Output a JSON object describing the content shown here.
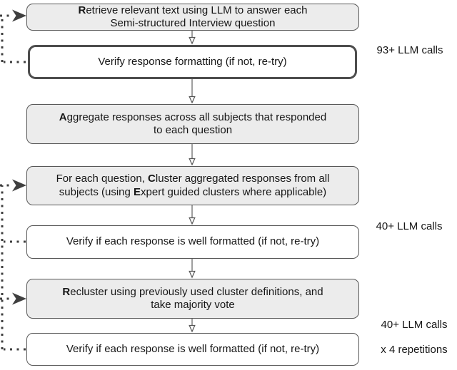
{
  "figure": {
    "type": "flowchart",
    "boxes": [
      {
        "name": "retrieve",
        "variant": "gray",
        "segments": [
          {
            "t": "R",
            "b": true
          },
          {
            "t": "etrieve relevant text using LLM to answer each\nSemi-structured Interview question"
          }
        ]
      },
      {
        "name": "verify-format",
        "variant": "white-thick",
        "segments": [
          {
            "t": "Verify response formatting (if not, re-try)"
          }
        ]
      },
      {
        "name": "aggregate",
        "variant": "gray",
        "segments": [
          {
            "t": "A",
            "b": true
          },
          {
            "t": "ggregate responses across all subjects that responded\nto each question"
          }
        ]
      },
      {
        "name": "cluster",
        "variant": "gray",
        "segments": [
          {
            "t": "For each question, "
          },
          {
            "t": "C",
            "b": true
          },
          {
            "t": "luster aggregated responses from all\nsubjects (using "
          },
          {
            "t": "E",
            "b": true
          },
          {
            "t": "xpert guided clusters where applicable)"
          }
        ]
      },
      {
        "name": "verify-cluster",
        "variant": "white",
        "segments": [
          {
            "t": "Verify if each response is well formatted (if not, re-try)"
          }
        ]
      },
      {
        "name": "recluster",
        "variant": "gray",
        "segments": [
          {
            "t": "R",
            "b": true
          },
          {
            "t": "ecluster using previously used cluster definitions, and\ntake majority vote"
          }
        ]
      },
      {
        "name": "verify-recluster",
        "variant": "white",
        "segments": [
          {
            "t": "Verify if each response is well formatted (if not, re-try)"
          }
        ]
      }
    ],
    "side_notes": [
      {
        "lines": [
          "93+ LLM calls"
        ]
      },
      {
        "lines": [
          "40+ LLM calls"
        ]
      },
      {
        "lines": [
          "40+ LLM calls",
          "x 4 repetitions"
        ]
      }
    ],
    "flow_edges": [
      {
        "from": "retrieve",
        "to": "verify-format"
      },
      {
        "from": "verify-format",
        "to": "aggregate"
      },
      {
        "from": "aggregate",
        "to": "cluster"
      },
      {
        "from": "cluster",
        "to": "verify-cluster"
      },
      {
        "from": "verify-cluster",
        "to": "recluster"
      },
      {
        "from": "recluster",
        "to": "verify-recluster"
      }
    ],
    "retry_loops": [
      {
        "from": "verify-format",
        "to": "retrieve"
      },
      {
        "from": "verify-cluster",
        "to": "cluster"
      },
      {
        "from": "verify-recluster",
        "to": "recluster"
      }
    ],
    "colors": {
      "box-fill": "#ececec",
      "box-border": "#575757",
      "thick-border": "#4d4d4d",
      "arrow": "#6b6b6b",
      "arrowhead-stroke": "#555555",
      "dotted": "#3f3f3f",
      "text": "#161616",
      "background": "#ffffff"
    }
  }
}
